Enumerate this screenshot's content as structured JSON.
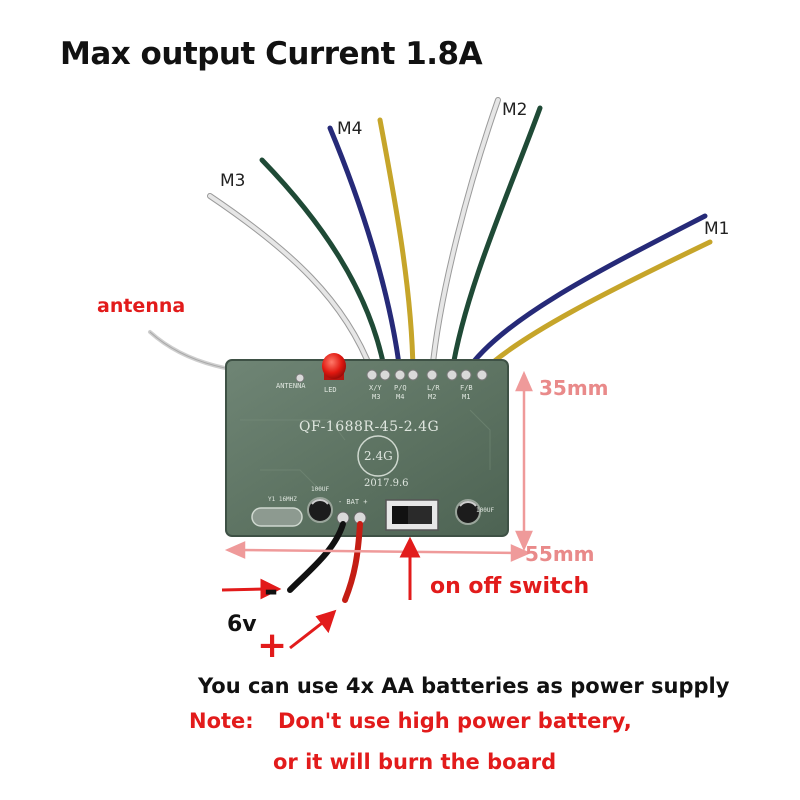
{
  "title": "Max output Current 1.8A",
  "wires": {
    "m1": "M1",
    "m2": "M2",
    "m3": "M3",
    "m4": "M4",
    "antenna": "antenna"
  },
  "board": {
    "model": "QF-1688R-45-2.4G",
    "badge": "2.4G",
    "date": "2017.9.6",
    "pin_antenna": "ANTENNA",
    "pin_led": "LED",
    "pin_xy": "X/Y",
    "pin_m3": "M3",
    "pin_pq": "P/Q",
    "pin_m4": "M4",
    "pin_lr": "L/R",
    "pin_m2": "M2",
    "pin_fb": "F/B",
    "pin_m1": "M1",
    "crystal": "Y1 16MHZ",
    "cap_left": "100UF",
    "cap_right": "100UF",
    "bat": "- BAT +"
  },
  "dimensions": {
    "height": "35mm",
    "width": "55mm"
  },
  "power": {
    "minus": "-",
    "plus": "+",
    "voltage": "6v",
    "switch": "on off switch"
  },
  "notes": {
    "supply": "You can use 4x AA batteries as power supply",
    "note_label": "Note:",
    "note_line1": "Don't use high power battery,",
    "note_line2": "or it will burn the board"
  },
  "colors": {
    "accent_red": "#e21b1b",
    "dimension_pink": "#e98a8a",
    "board_green": "#5e7463",
    "wire_green": "#1f4a36",
    "wire_blue": "#262a78",
    "wire_yellow": "#c6a52a",
    "wire_white": "#dcdcdc"
  }
}
